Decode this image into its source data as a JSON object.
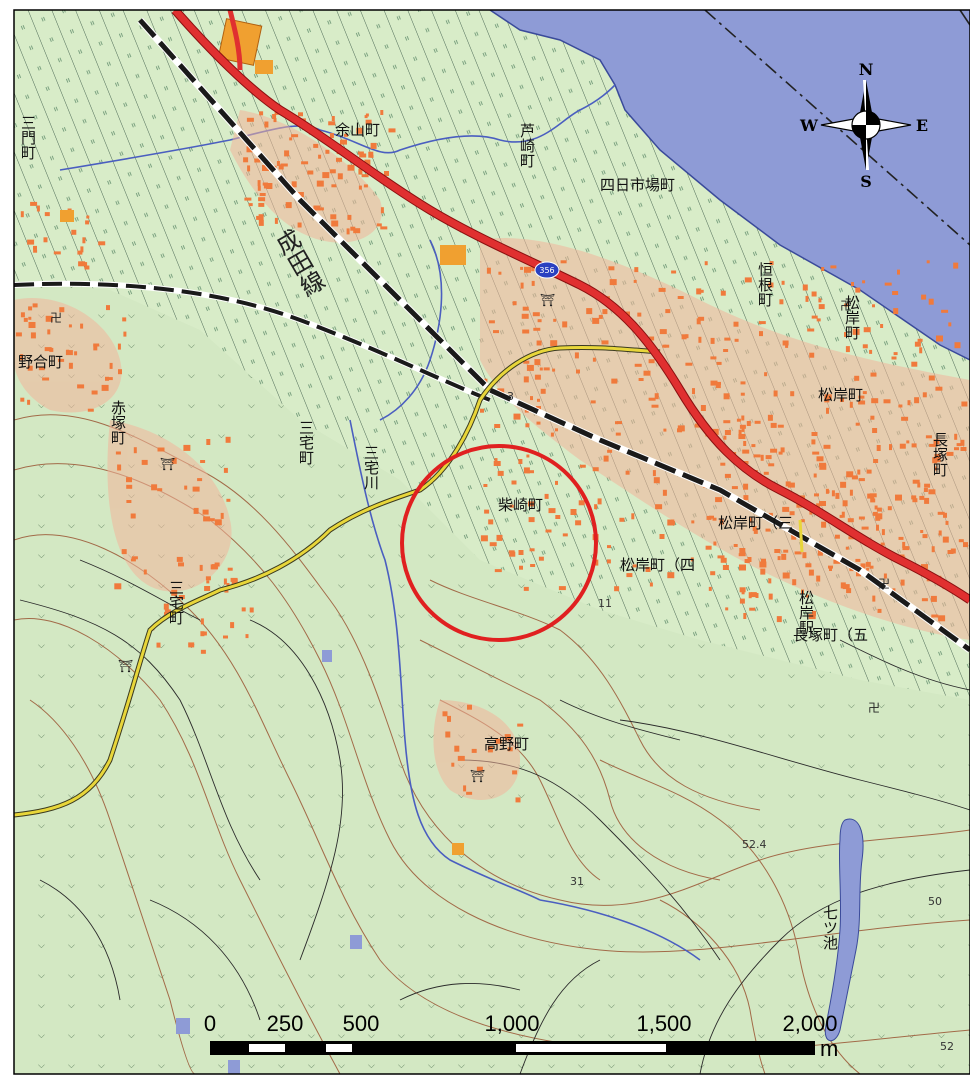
{
  "colors": {
    "land": "#d8ecc8",
    "sea": "#8e9bd6",
    "national_road": "#e03030",
    "prefectural_road": "#e8d63a",
    "river": "#4a5ec0",
    "building": "#f07a3c",
    "railway": "#1a1a1a",
    "contour": "#a26a48",
    "highlight_circle": "#e02020"
  },
  "place_labels": {
    "amayama": "余山町",
    "ashizaki": "芦崎町",
    "yokkaichiba": "四日市場町",
    "sannin": "三門町",
    "nodai": "野合町",
    "akatsuka": "赤塚町",
    "miyake_north": "三宅町",
    "miyake_south": "三宅町",
    "shibasaki": "柴崎町",
    "tsuneboji": "恒根町",
    "matsugishi_north": "松岸町",
    "matsugishi_center": "松岸町",
    "matsugishi_3": "松岸町（三",
    "matsugishi_4": "松岸町（四",
    "nagatsuka": "長塚町",
    "nagatsuka_5": "長塚町（五",
    "takano": "高野町",
    "matsugishi_station": "松岸駅",
    "miyake_river": "三宅川",
    "railway_line": "成田線",
    "pond": "七ツ池"
  },
  "map_numbers": {
    "route": "356",
    "elev_1": "52.4",
    "elev_2": "52",
    "elev_3": "50",
    "elev_4": "3",
    "elev_5": "11",
    "elev_6": "31"
  },
  "compass": {
    "north": "N",
    "south": "S",
    "east": "E",
    "west": "W"
  },
  "scale_bar": {
    "labels": [
      "0",
      "250",
      "500",
      "1,000",
      "1,500",
      "2,000"
    ],
    "unit": "m"
  },
  "icons": {
    "compass": "compass-rose-icon",
    "route_shield": "route-shield-icon",
    "shrine": "shrine-icon",
    "temple": "temple-icon"
  }
}
